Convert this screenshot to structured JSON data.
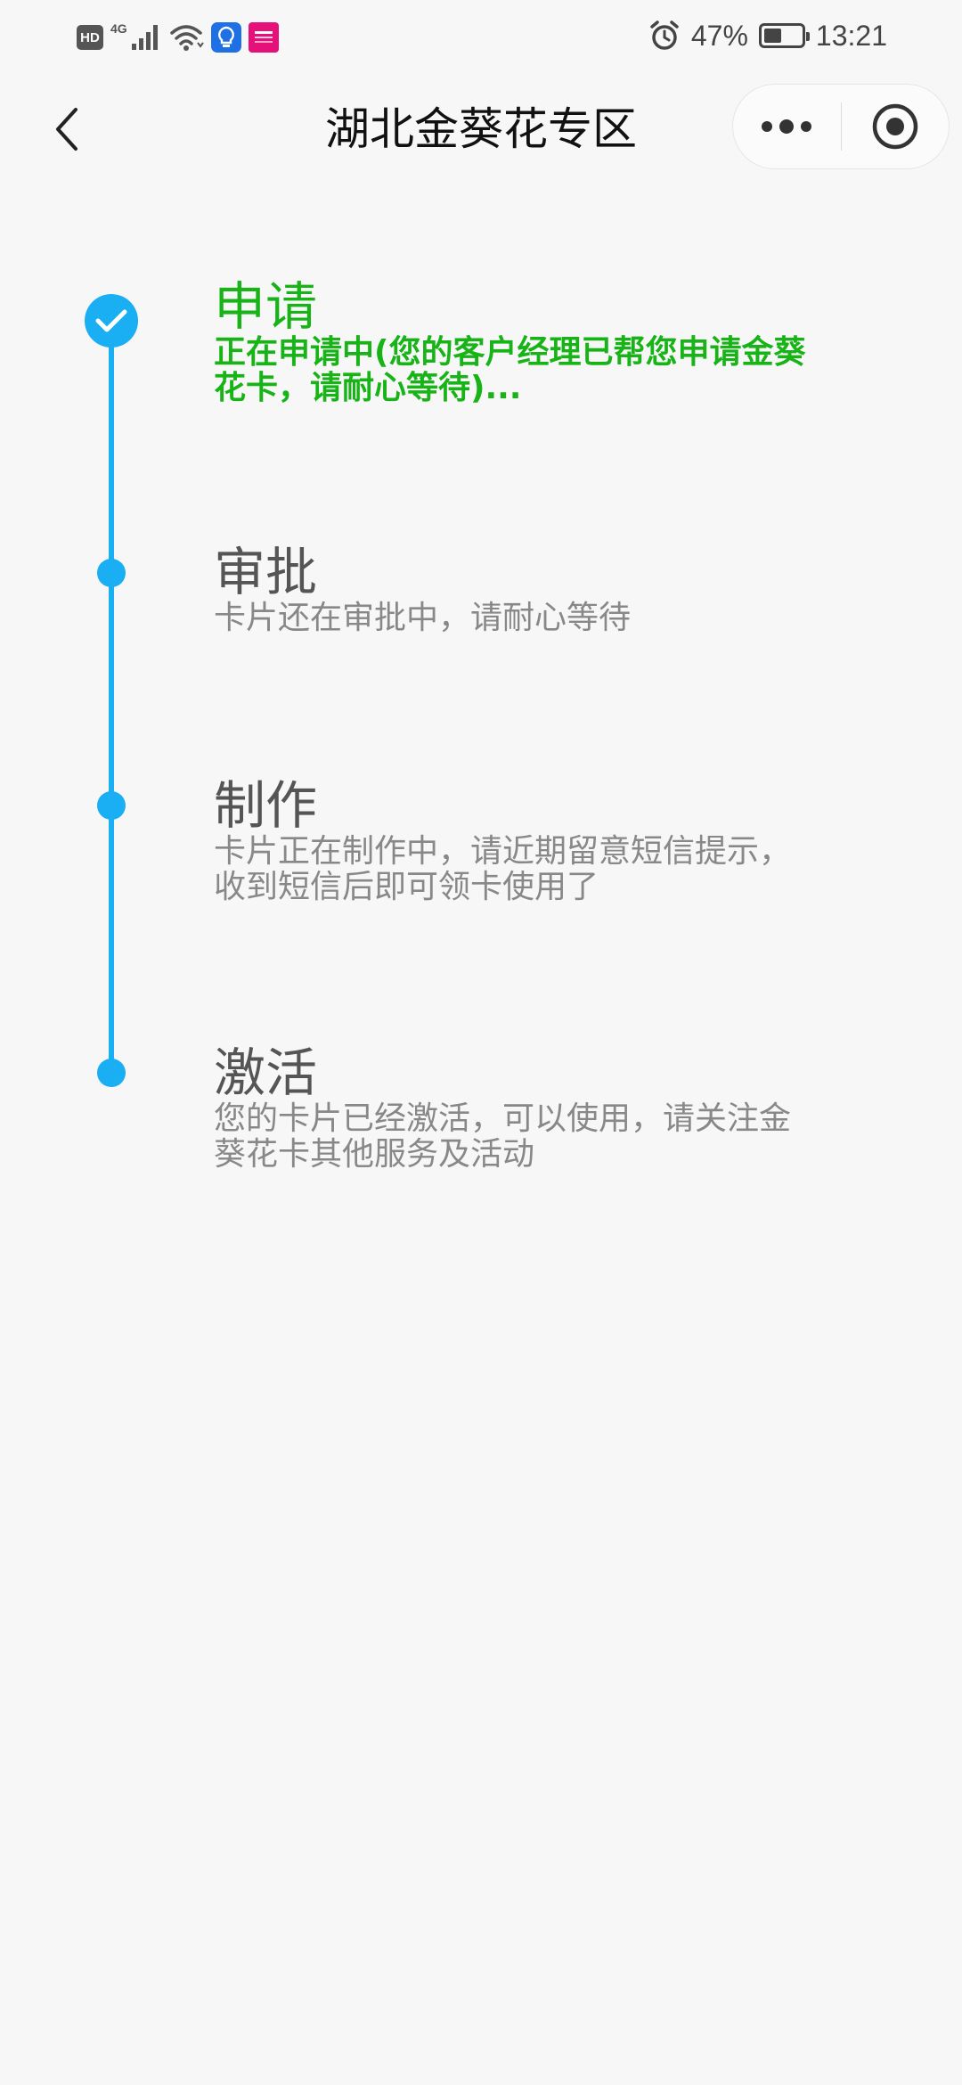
{
  "status_bar": {
    "hd_label": "HD",
    "network_type": "4G",
    "battery_percent": "47%",
    "battery_level": 0.47,
    "time": "13:21",
    "icons": [
      "hd-badge",
      "signal-icon",
      "wifi-icon",
      "lightbulb-app-icon",
      "pink-app-icon",
      "alarm-icon",
      "battery-icon"
    ]
  },
  "nav": {
    "title": "湖北金葵花专区",
    "back_icon": "chevron-left-icon",
    "more_icon": "more-dots-icon",
    "close_icon": "target-close-icon"
  },
  "colors": {
    "accent": "#1aaef3",
    "active_text": "#17b317",
    "inactive_title": "#555555",
    "inactive_desc": "#888888",
    "background": "#f7f7f7"
  },
  "steps": [
    {
      "title": "申请",
      "desc_line1": "正在申请中(您的客户经理已帮您申请金葵",
      "desc_line2": "花卡，请耐心等待)...",
      "status": "active"
    },
    {
      "title": "审批",
      "desc_line1": "卡片还在审批中，请耐心等待",
      "status": "pending"
    },
    {
      "title": "制作",
      "desc_line1": "卡片正在制作中，请近期留意短信提示，",
      "desc_line2": "收到短信后即可领卡使用了",
      "status": "pending"
    },
    {
      "title": "激活",
      "desc_line1": "您的卡片已经激活，可以使用，请关注金",
      "desc_line2": "葵花卡其他服务及活动",
      "status": "pending"
    }
  ]
}
